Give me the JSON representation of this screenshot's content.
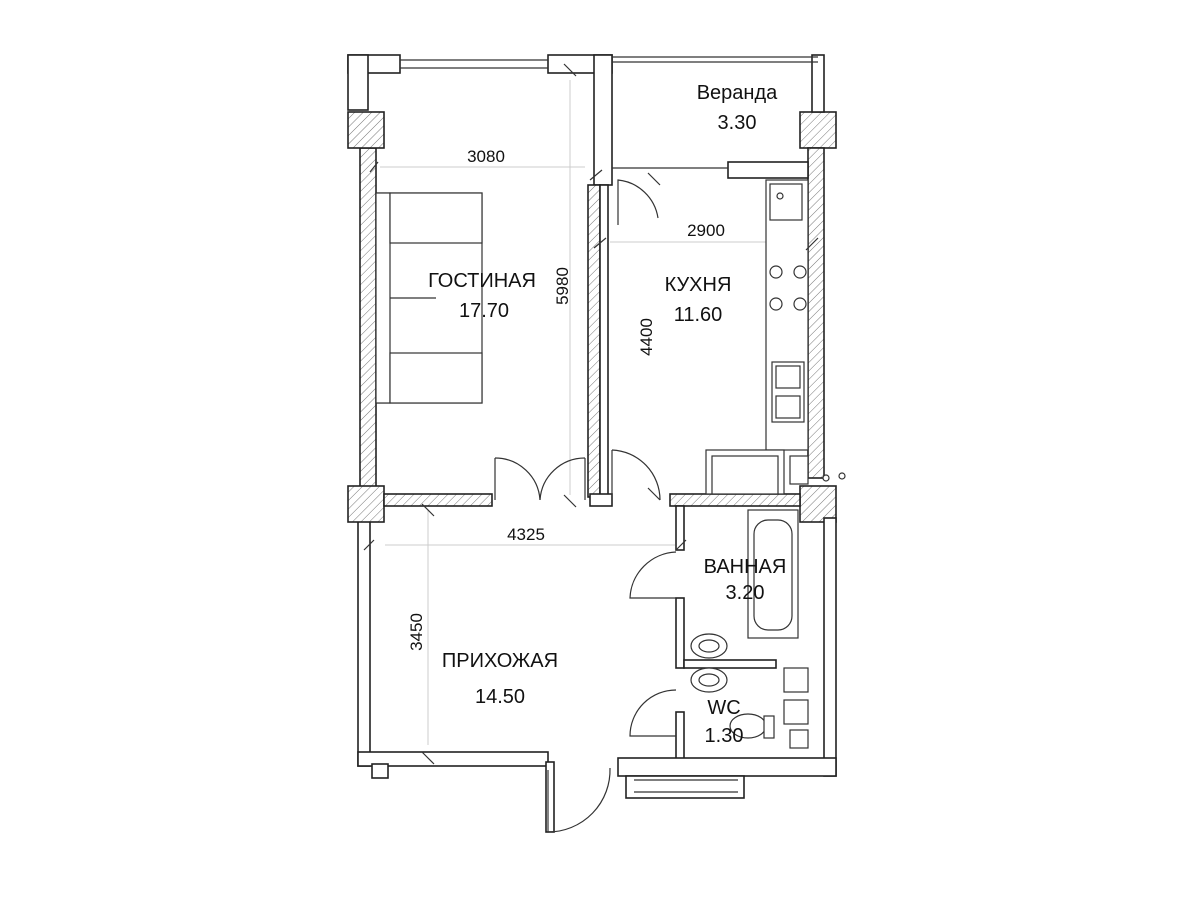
{
  "rooms": {
    "living": {
      "name": "ГОСТИНАЯ",
      "area": "17.70"
    },
    "kitchen": {
      "name": "КУХНЯ",
      "area": "11.60"
    },
    "veranda": {
      "name": "Веранда",
      "area": "3.30"
    },
    "hall": {
      "name": "ПРИХОЖАЯ",
      "area": "14.50"
    },
    "bath": {
      "name": "ВАННАЯ",
      "area": "3.20"
    },
    "wc": {
      "name": "WC",
      "area": "1.30"
    }
  },
  "dimensions": {
    "living_width": "3080",
    "living_length": "5980",
    "kitchen_width": "2900",
    "kitchen_length": "4400",
    "hall_width": "4325",
    "hall_length": "3450"
  }
}
